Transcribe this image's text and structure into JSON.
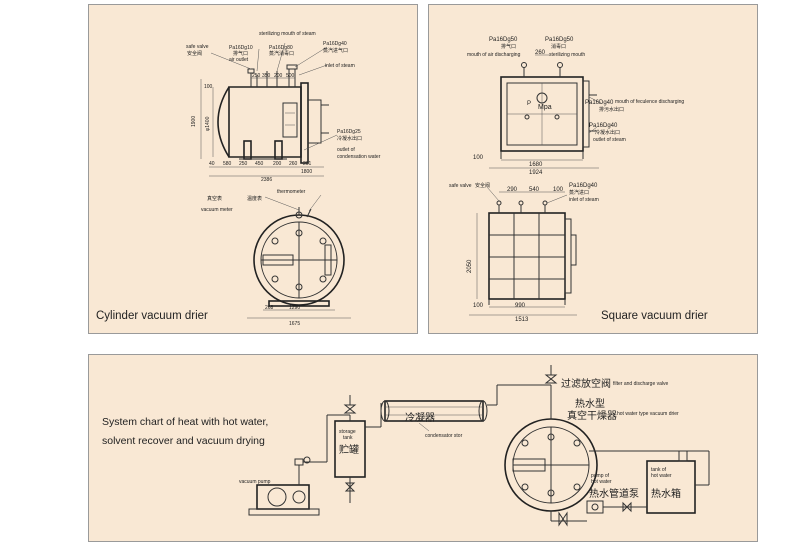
{
  "cylinder": {
    "caption": "Cylinder vacuum drier",
    "labels": {
      "safe_valve_en": "safe valve",
      "safe_valve_cn": "安全阀",
      "pa16dg10": "Pa16Dg10",
      "air_outlet_cn": "排气口",
      "air_outlet_en": "air outlet",
      "sterilizing_mouth": "sterilizing mouth of steam",
      "pa16dg80": "Pa16Dg80",
      "sterilizing_cn": "蒸汽消毒口",
      "pa16dg40": "Pa16Dg40",
      "steam_inlet_cn": "蒸汽进气口",
      "inlet_of_steam": "inlet of steam",
      "pa16dg25": "Pa16Dg25",
      "condensation_outlet_cn": "冷凝水出口",
      "outlet_of": "outlet of",
      "condensation_water": "condensation water",
      "vacuum_meter_cn": "真空表",
      "thermometer_cn": "温度表",
      "thermometer_en": "thermometer",
      "vacuum_meter_en": "vacuum meter"
    },
    "dims_top": [
      "250",
      "350",
      "200",
      "500"
    ],
    "dims_bottom": [
      "40",
      "580",
      "250",
      "450",
      "200",
      "260",
      "201"
    ],
    "dim_total": "2386",
    "dim_side": "1900",
    "dim_diameter": "φ1400",
    "dim_small": "100",
    "dim_1800": "1800",
    "end_dims": [
      "268",
      "1290",
      "1675"
    ]
  },
  "square": {
    "caption": "Square vacuum drier",
    "labels": {
      "pa16dg50_a": "Pa16Dg50",
      "pa16dg50_b": "Pa16Dg50",
      "air_discharging_cn": "排气口",
      "sterilizing_cn": "消毒口",
      "mouth_air_discharging": "mouth of air discharging",
      "sterilizing_mouth": "sterilizing mouth",
      "pa16dg40_a": "Pa16Dg40",
      "feculence_outlet_cn": "排污水出口",
      "mouth_feculence": "mouth of feculence discharging",
      "mpa": "Mpa",
      "pa16dg40_b": "Pa16Dg40",
      "steam_outlet_cn": "冷凝水出口",
      "outlet_of_steam": "outlet of steam",
      "safe_valve_en": "safe valve",
      "safe_valve_cn": "安全阀",
      "pa16dg40_c": "Pa16Dg40",
      "steam_inlet_cn": "蒸汽进口",
      "inlet_of_steam": "inlet of steam"
    },
    "dim_260": "260",
    "dim_1680": "1680",
    "dim_1924": "1924",
    "dim_100": "100",
    "dims_front_top": [
      "290",
      "540",
      "100"
    ],
    "dim_2050": "2050",
    "dim_100b": "100",
    "dim_990": "990",
    "dim_1513": "1513"
  },
  "system": {
    "title_line1": "System chart of heat with hot water,",
    "title_line2": "solvent recover and vacuum drying",
    "filter_cn": "过滤放空阀",
    "filter_en": "filter and discharge valve",
    "hot_water_type_cn": "热水型",
    "vacuum_drier_cn": "真空干燥器",
    "hot_water_drier_en": "hot water type vacuum drier",
    "condenser_cn": "冷凝器",
    "condenser_en": "condensator stor",
    "storage_tank_en": "storage tank",
    "storage_tank_cn": "贮罐",
    "vacuum_pump_en": "vacuum pump",
    "pump_hot_water_en": "pump of hot water",
    "pump_cn": "热水管道泵",
    "tank_hot_water_en": "tank of hot water",
    "tank_cn": "热水箱"
  }
}
